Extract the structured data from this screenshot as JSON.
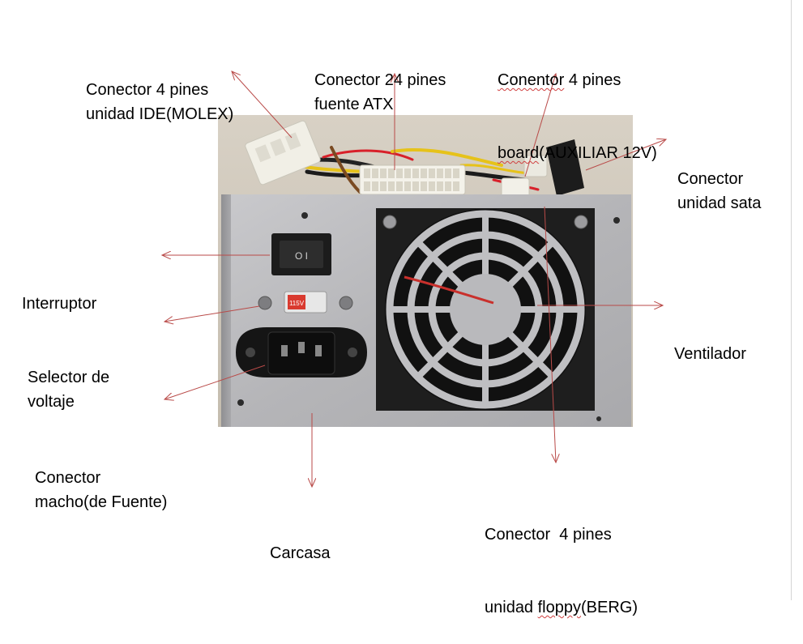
{
  "labels": {
    "molex": [
      "Conector 4 pines",
      "unidad IDE(MOLEX)"
    ],
    "atx": [
      "Conector 24 pines",
      "fuente ATX"
    ],
    "aux_line1_a": "Conentor",
    "aux_line1_b": " 4 pines",
    "aux_line2_a": "board",
    "aux_line2_b": "(AUXILIAR 12V)",
    "sata": [
      "Conector",
      "unidad sata"
    ],
    "interruptor": "Interruptor",
    "selector": [
      "Selector de",
      "voltaje"
    ],
    "ventilador": "Ventilador",
    "conector_macho": [
      "Conector",
      "macho(de Fuente)"
    ],
    "carcasa": "Carcasa",
    "floppy_line1": "Conector  4 pines",
    "floppy_line2_a": "unidad ",
    "floppy_line2_b": "floppy",
    "floppy_line2_c": "(BERG)"
  },
  "photo": {
    "switch_marks": "O   I",
    "voltage_marking": "115V"
  },
  "colors": {
    "arrow": "#b94a48",
    "backdrop": "#cbc3b6",
    "casing": "#b8b8bb"
  }
}
